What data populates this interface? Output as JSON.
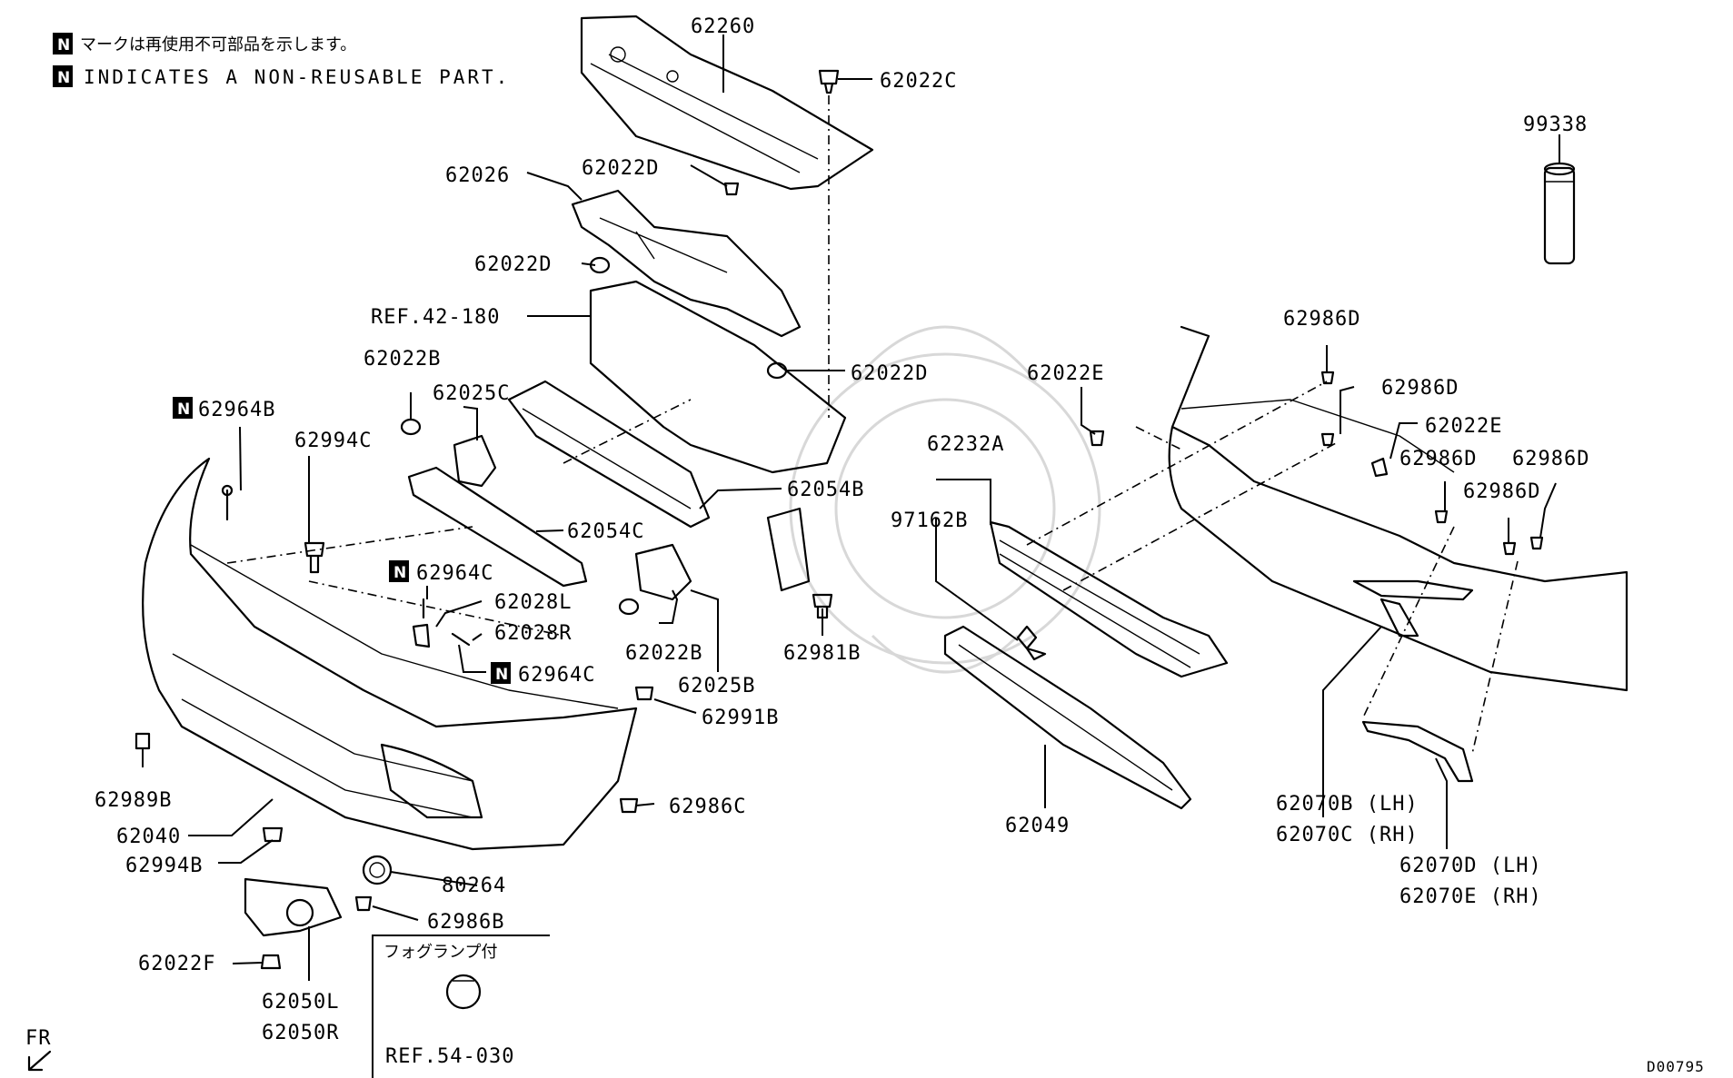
{
  "notes": {
    "jp": "マークは再使用不可部品を示します。",
    "en": "INDICATES A NON-REUSABLE PART.",
    "badge": "N"
  },
  "direction": {
    "label": "FR"
  },
  "drawing_code": "D00795",
  "inset": {
    "title": "フォグランプ付",
    "ref": "REF.54-030"
  },
  "labels": {
    "p62260": "62260",
    "p62022C": "62022C",
    "p99338": "99338",
    "p62026": "62026",
    "p62022D_a": "62022D",
    "p62022D_b": "62022D",
    "p62022D_c": "62022D",
    "ref42": "REF.42-180",
    "p62022B_a": "62022B",
    "p62025C": "62025C",
    "p62964B": "62964B",
    "p62994C": "62994C",
    "p62054B": "62054B",
    "p62054C": "62054C",
    "p62964C_a": "62964C",
    "p62028L": "62028L",
    "p62028R": "62028R",
    "p62964C_b": "62964C",
    "p62022B_b": "62022B",
    "p62025B": "62025B",
    "p62981B": "62981B",
    "p62991B": "62991B",
    "p62989B": "62989B",
    "p62040": "62040",
    "p62986C": "62986C",
    "p62994B": "62994B",
    "p80264": "80264",
    "p62986B": "62986B",
    "p62022F": "62022F",
    "p62050L": "62050L",
    "p62050R": "62050R",
    "p62022E_a": "62022E",
    "p62232A": "62232A",
    "p97162B": "97162B",
    "p62049": "62049",
    "p62986D_a": "62986D",
    "p62986D_b": "62986D",
    "p62022E_b": "62022E",
    "p62986D_c": "62986D",
    "p62986D_d": "62986D",
    "p62986D_e": "62986D",
    "p62070B": "62070B (LH)",
    "p62070C": "62070C (RH)",
    "p62070D": "62070D (LH)",
    "p62070E": "62070E (RH)"
  }
}
